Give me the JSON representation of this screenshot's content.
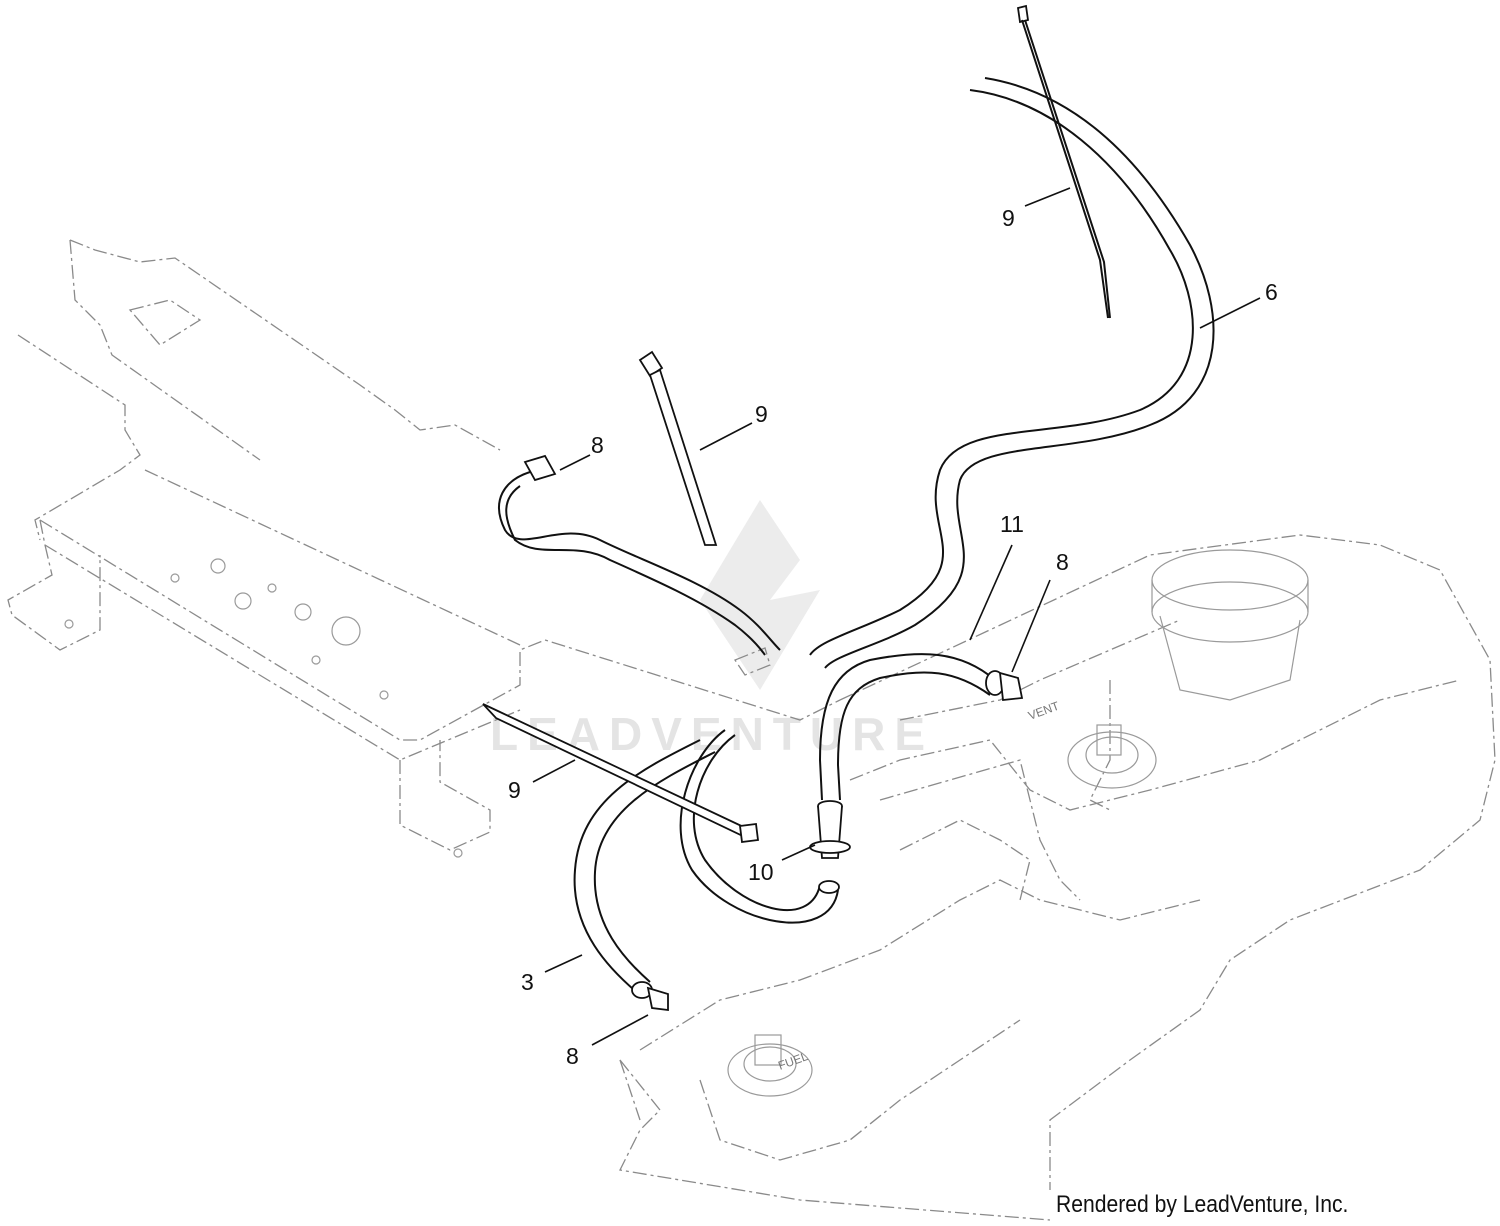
{
  "callouts": {
    "c1": "9",
    "c2": "6",
    "c3": "9",
    "c4": "8",
    "c5": "11",
    "c6": "8",
    "c7": "9",
    "c8": "10",
    "c9": "3",
    "c10": "8"
  },
  "watermark": "LEADVENTURE",
  "tank_labels": {
    "vent": "VENT",
    "fuel": "FUEL"
  },
  "credit": "Rendered by LeadVenture, Inc."
}
